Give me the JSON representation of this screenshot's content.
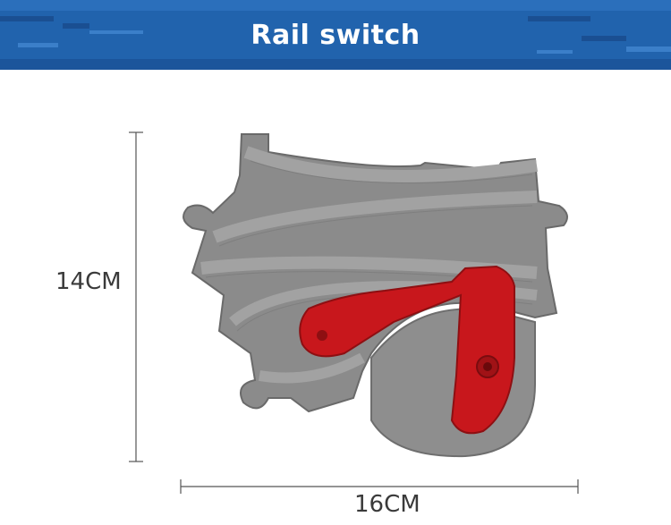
{
  "header": {
    "title": "Rail switch",
    "background_color": "#1f5ea8",
    "text_color": "#ffffff"
  },
  "dimensions": {
    "height_label": "14CM",
    "width_label": "16CM"
  },
  "product": {
    "name": "rail-switch-track-piece",
    "track_color": "#8c8c8c",
    "lever_color": "#c8171c"
  }
}
